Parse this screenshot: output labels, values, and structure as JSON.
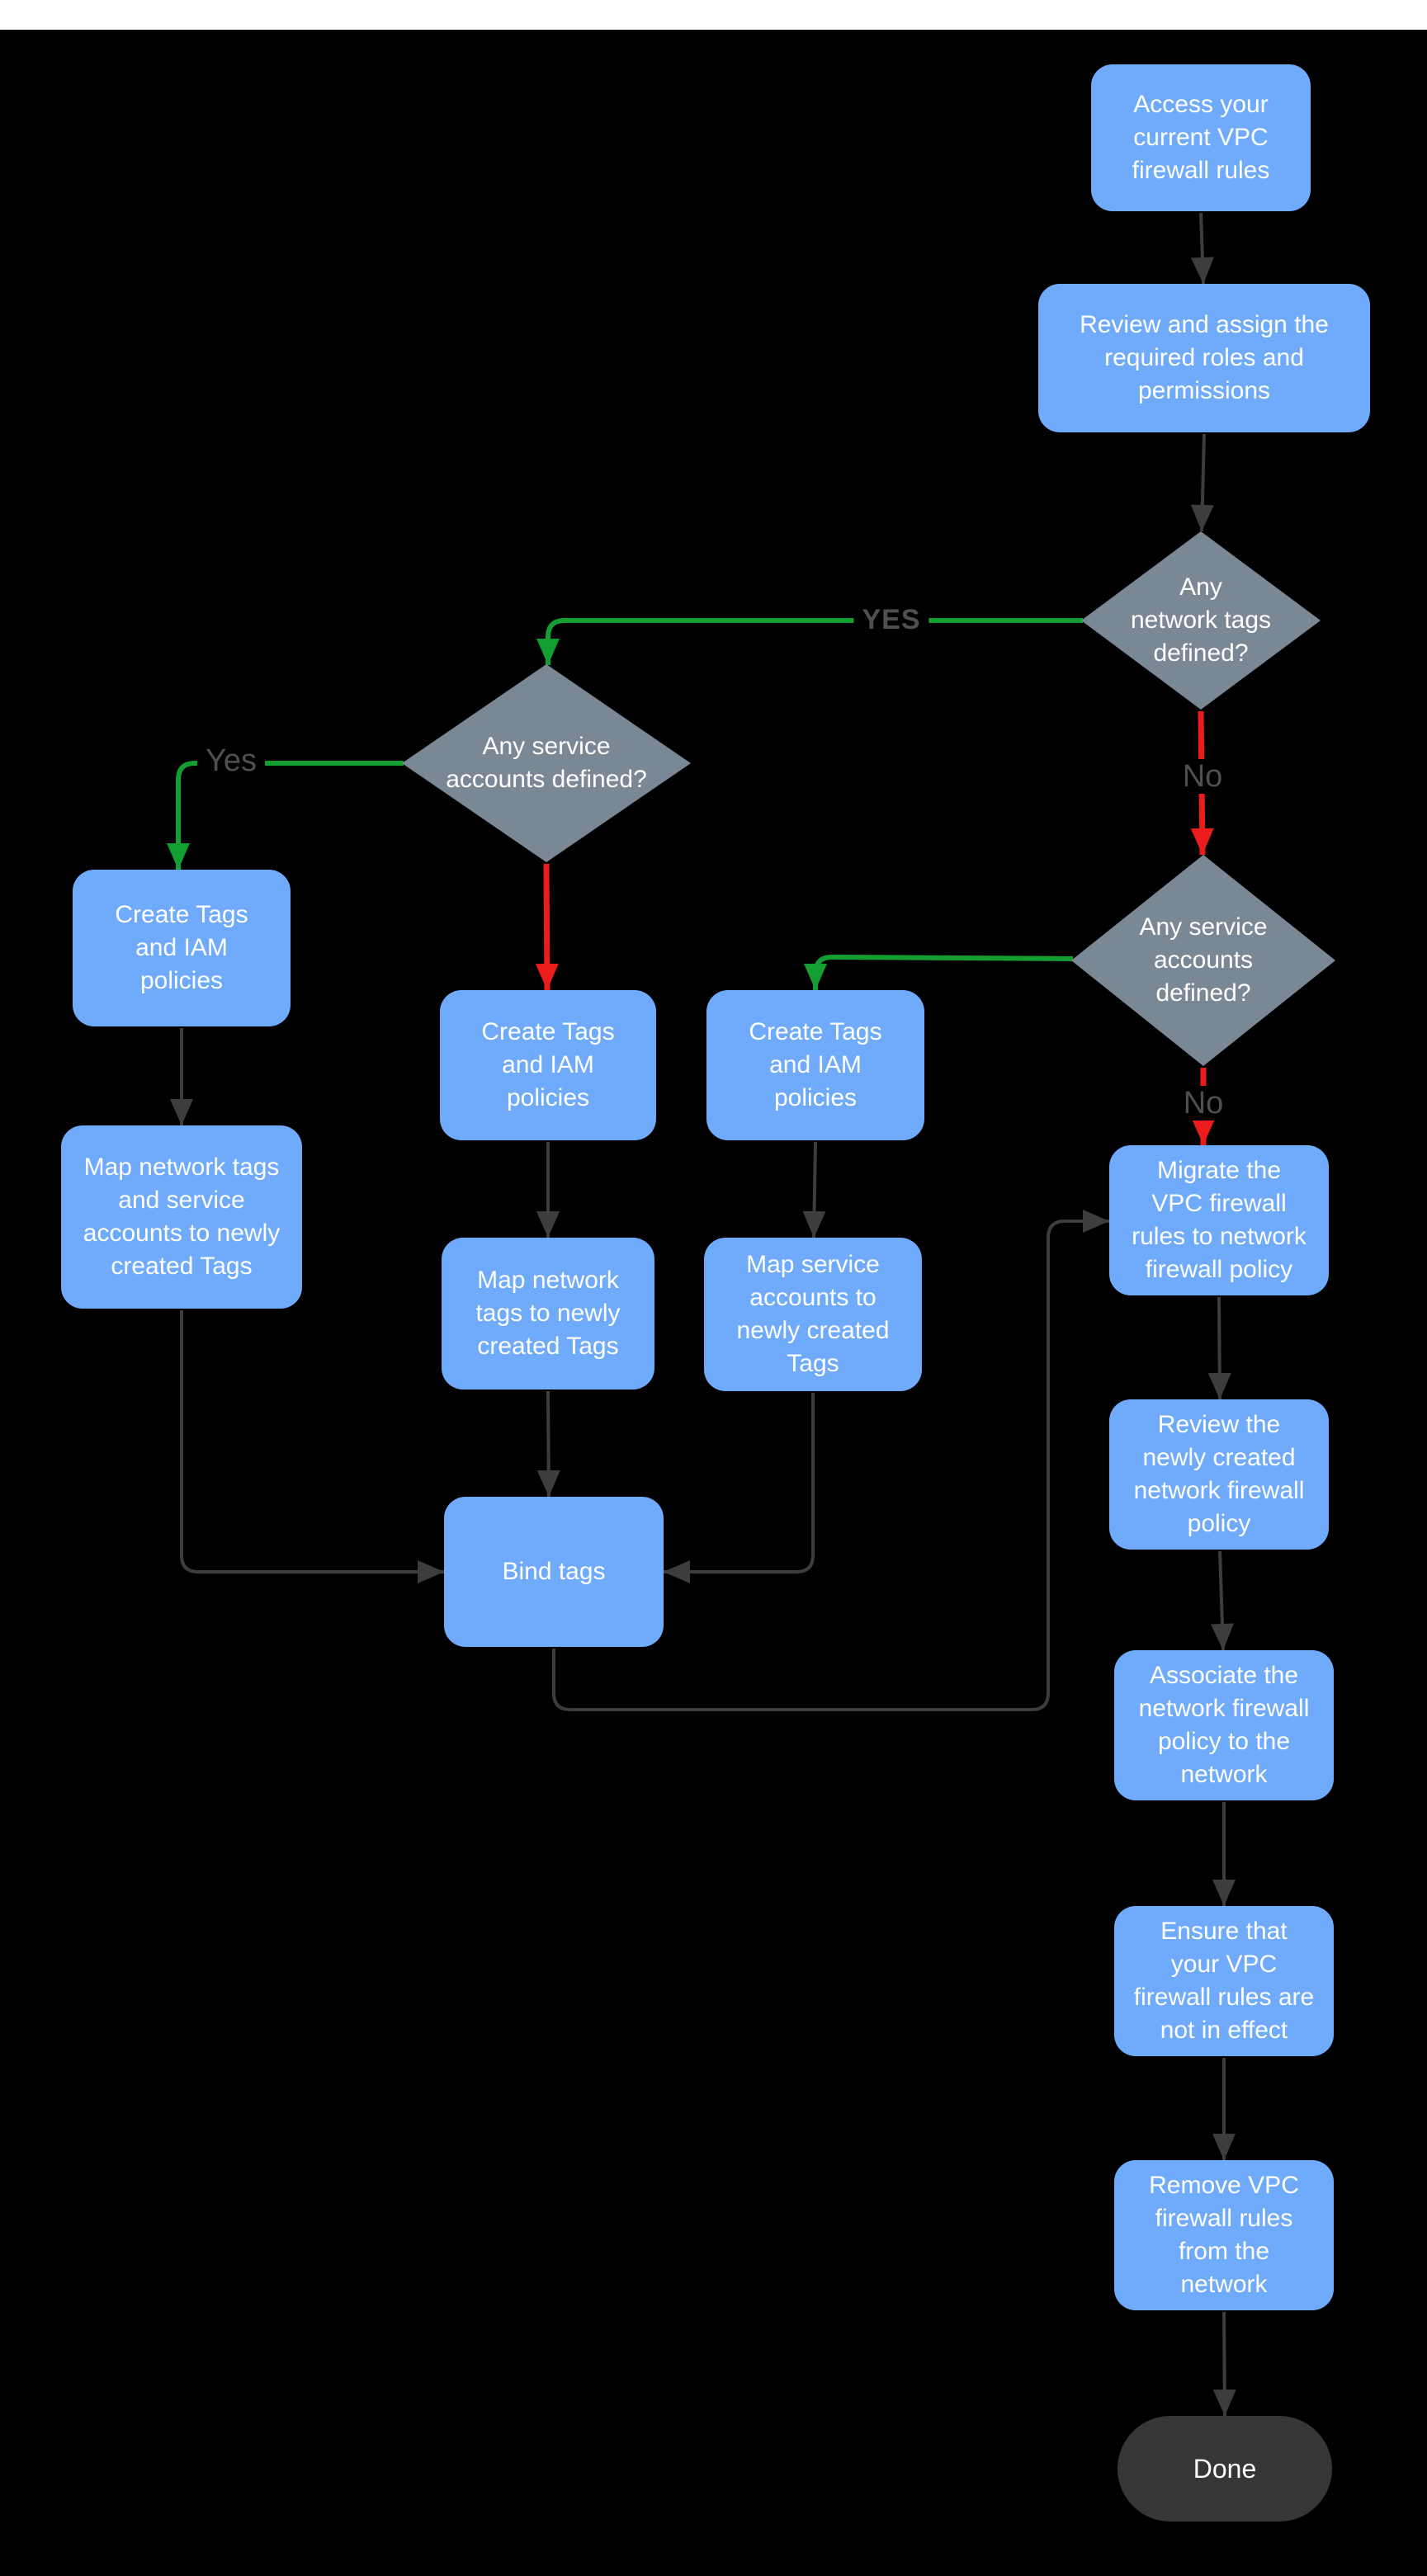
{
  "page": {
    "background": "#000000",
    "top_bar_color": "#ffffff"
  },
  "colors": {
    "process_fill": "#6fabfa",
    "decision_fill": "#7a8794",
    "terminal_fill": "#363636",
    "node_text": "#ffffff",
    "edge_gray": "#3d3d3d",
    "edge_green": "#149e32",
    "edge_red": "#ed1c1c",
    "edge_label_gray": "#4f4f4f"
  },
  "nodes": {
    "access": {
      "type": "process",
      "label": "Access your\ncurrent VPC\nfirewall rules"
    },
    "review_roles": {
      "type": "process",
      "label": "Review and assign the\nrequired roles and\npermissions"
    },
    "network_tags_decision": {
      "type": "decision",
      "label": "Any\nnetwork tags\ndefined?"
    },
    "service_accounts_decision_left": {
      "type": "decision",
      "label": "Any service\naccounts defined?"
    },
    "service_accounts_decision_right": {
      "type": "decision",
      "label": "Any service\naccounts\ndefined?"
    },
    "create_tags_left": {
      "type": "process",
      "label": "Create Tags\nand IAM\npolicies"
    },
    "create_tags_mid": {
      "type": "process",
      "label": "Create Tags\nand IAM\npolicies"
    },
    "create_tags_right": {
      "type": "process",
      "label": "Create Tags\nand IAM\npolicies"
    },
    "map_tags_and_service_accounts": {
      "type": "process",
      "label": "Map network tags\nand service\naccounts to newly\ncreated Tags"
    },
    "map_network_tags": {
      "type": "process",
      "label": "Map network\ntags to newly\ncreated Tags"
    },
    "map_service_accounts": {
      "type": "process",
      "label": "Map service\naccounts  to\nnewly created\nTags"
    },
    "bind_tags": {
      "type": "process",
      "label": "Bind tags"
    },
    "migrate_rules": {
      "type": "process",
      "label": "Migrate the\nVPC firewall\nrules to network\nfirewall policy"
    },
    "review_policy": {
      "type": "process",
      "label": "Review the\nnewly created\nnetwork firewall\npolicy"
    },
    "associate_policy": {
      "type": "process",
      "label": "Associate the\nnetwork firewall\npolicy to the\nnetwork"
    },
    "ensure_not_in_effect": {
      "type": "process",
      "label": "Ensure that\nyour VPC\nfirewall rules are\nnot in effect"
    },
    "remove_rules": {
      "type": "process",
      "label": "Remove  VPC\nfirewall rules\nfrom the\nnetwork"
    },
    "done": {
      "type": "terminal",
      "label": "Done"
    }
  },
  "edge_labels": {
    "yes_network_tags": "YES",
    "yes_service_accounts": "Yes",
    "no_network_tags": "No",
    "no_service_accounts": "No"
  }
}
